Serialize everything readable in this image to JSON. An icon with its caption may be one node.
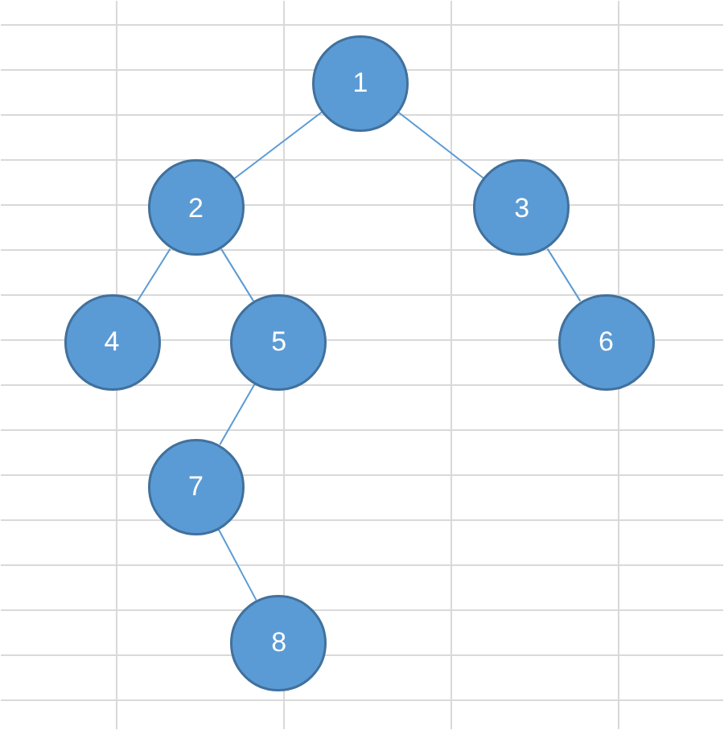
{
  "diagram": {
    "nodes": [
      {
        "text": [
          "1"
        ]
      },
      {
        "text": [
          "2"
        ]
      },
      {
        "text": [
          "3"
        ]
      },
      {
        "text": [
          "4"
        ]
      },
      {
        "text": [
          "5"
        ]
      },
      {
        "text": [
          "6"
        ]
      },
      {
        "text": [
          "7"
        ]
      },
      {
        "text": [
          "8"
        ]
      }
    ],
    "edges": [
      {
        "from": 0,
        "to": 1,
        "arrow": "none"
      },
      {
        "from": 0,
        "to": 2,
        "arrow": "none"
      },
      {
        "from": 1,
        "to": 3,
        "arrow": "none"
      },
      {
        "from": 1,
        "to": 4,
        "arrow": "none"
      },
      {
        "from": 2,
        "to": 5,
        "arrow": "none"
      },
      {
        "from": 4,
        "to": 6,
        "arrow": "none"
      },
      {
        "from": 6,
        "to": 7,
        "arrow": "none"
      }
    ]
  }
}
